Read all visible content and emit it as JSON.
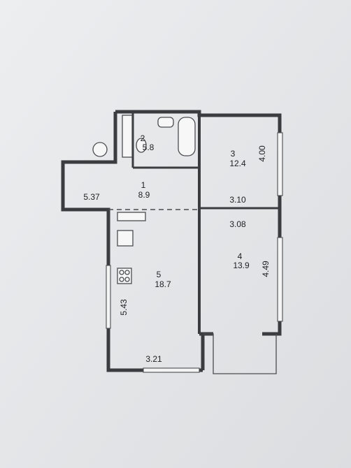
{
  "rooms": [
    {
      "id": "1",
      "area": "8.9"
    },
    {
      "id": "2",
      "area": "5.8"
    },
    {
      "id": "3",
      "area": "12.4"
    },
    {
      "id": "4",
      "area": "13.9"
    },
    {
      "id": "5",
      "area": "18.7"
    }
  ],
  "dimensions": {
    "corridor_length": "5.37",
    "room3_height": "4.00",
    "room3_width": "3.10",
    "room4_width": "3.08",
    "room4_height": "4.49",
    "kitchen_height": "5.43",
    "kitchen_width": "3.21"
  }
}
